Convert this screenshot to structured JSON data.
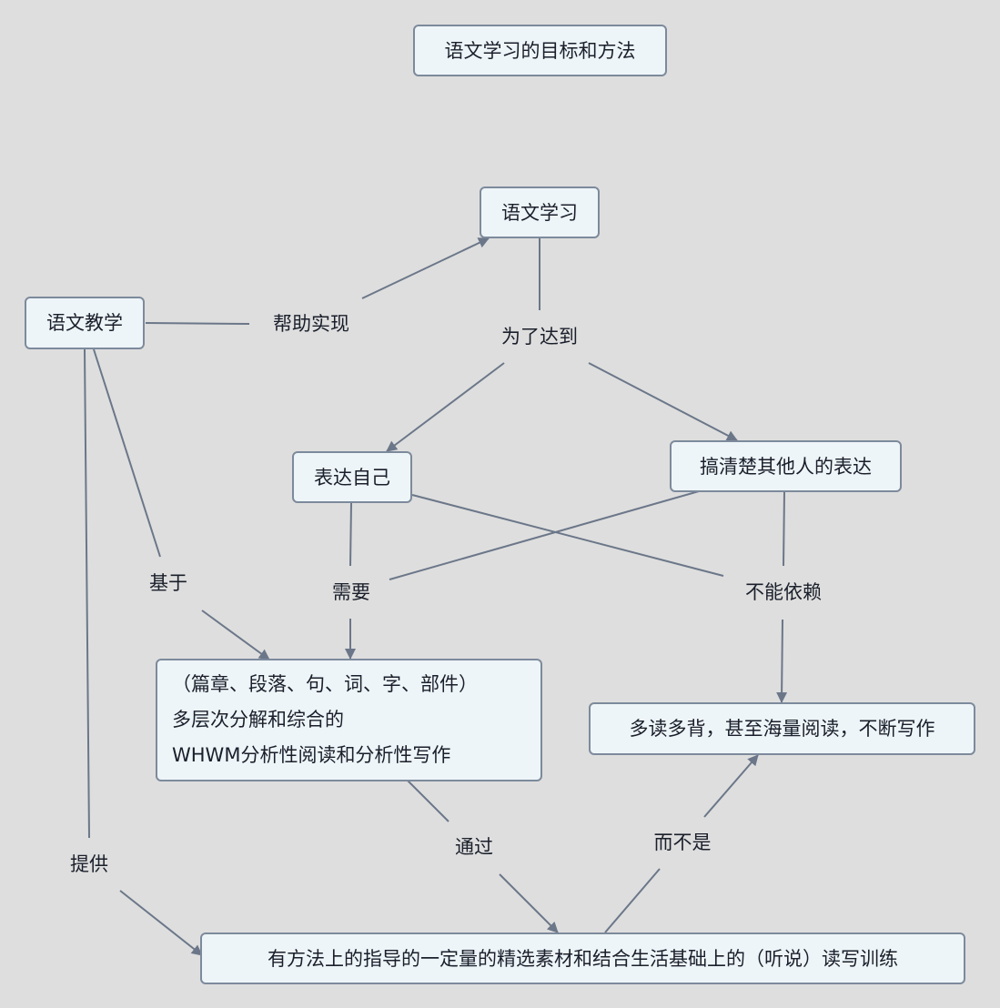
{
  "title": "语文学习的目标和方法",
  "nodes": {
    "language_learning": "语文学习",
    "language_teaching": "语文教学",
    "express_self": "表达自己",
    "understand_others": "搞清楚其他人的表达",
    "whwm_line1": "（篇章、段落、句、词、字、部件）",
    "whwm_line2": "多层次分解和综合的",
    "whwm_line3": "WHWM分析性阅读和分析性写作",
    "read_more": "多读多背，甚至海量阅读，不断写作",
    "training": "有方法上的指导的一定量的精选素材和结合生活基础上的（听说）读写训练"
  },
  "links": {
    "help_achieve": "帮助实现",
    "in_order_to": "为了达到",
    "based_on": "基于",
    "need": "需要",
    "cannot_rely": "不能依赖",
    "provide": "提供",
    "through": "通过",
    "rather_than": "而不是"
  },
  "colors": {
    "background": "#dedede",
    "node_fill": "#eef5f8",
    "node_border": "#7d8a9c",
    "edge": "#6b7789"
  }
}
